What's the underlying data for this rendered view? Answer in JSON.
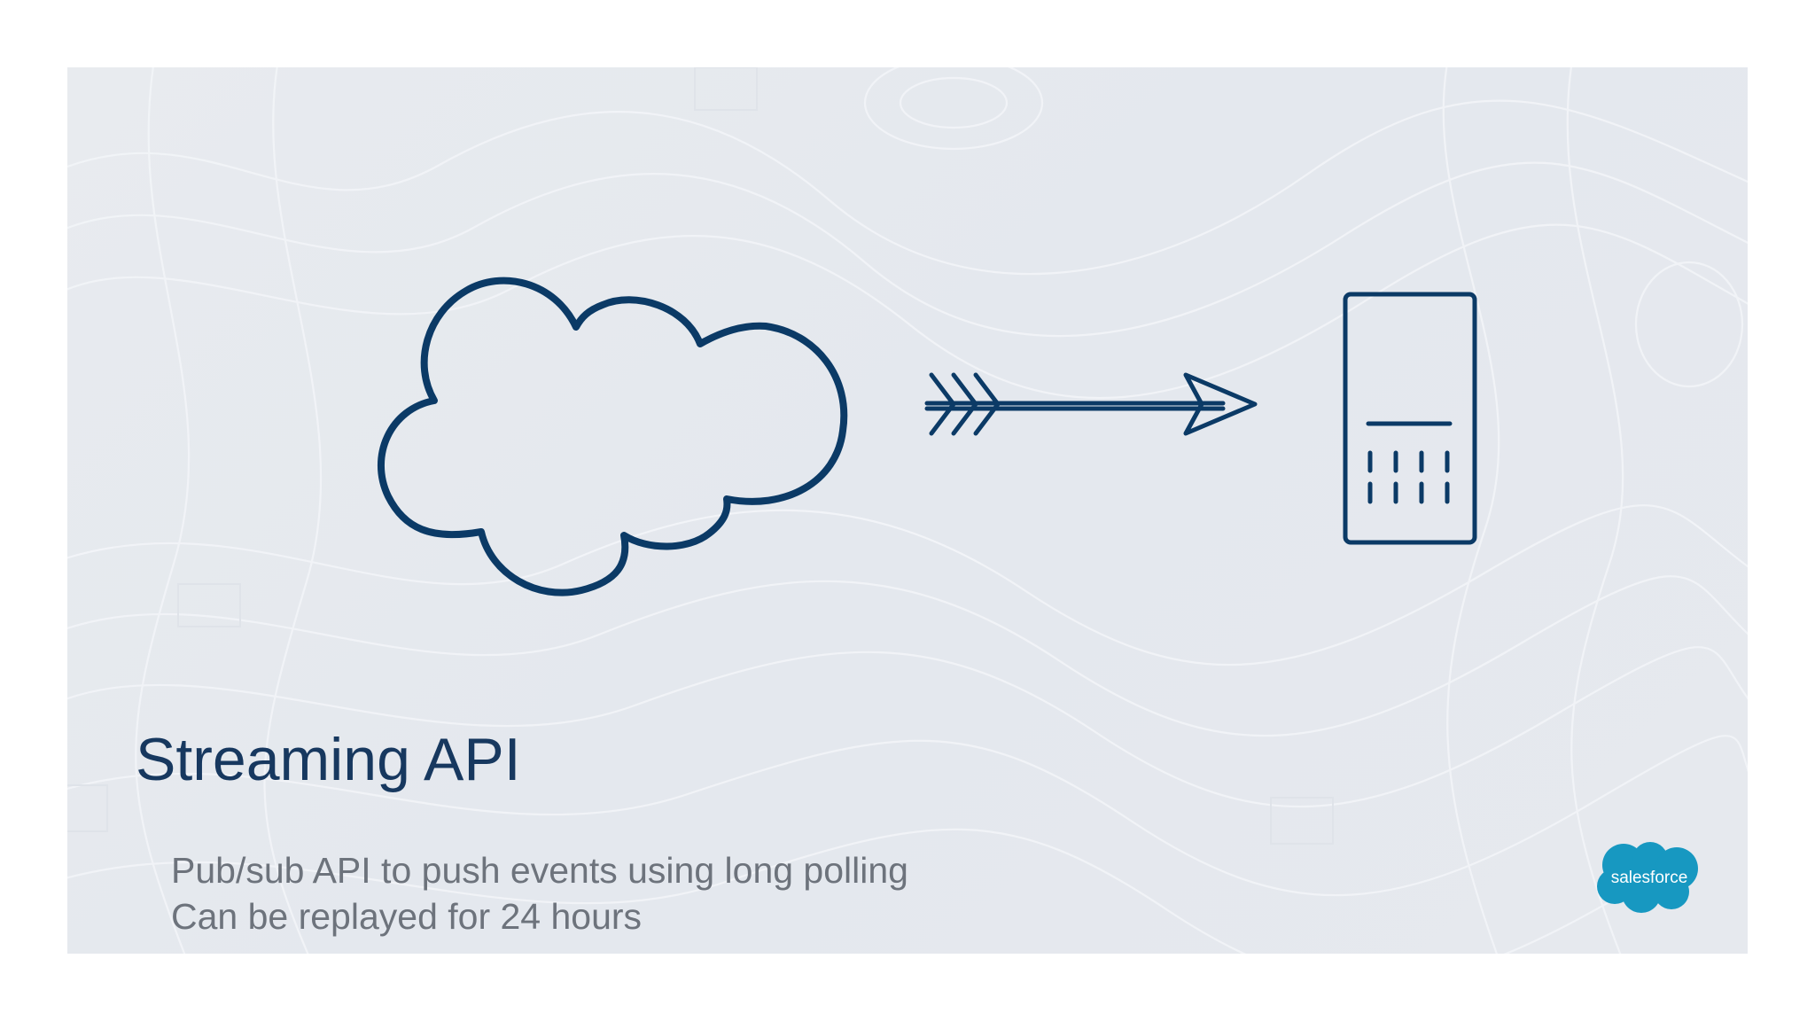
{
  "slide": {
    "title": "Streaming API",
    "bullets": [
      "Pub/sub API to push events using long polling",
      "Can be replayed for 24 hours"
    ]
  },
  "logo": {
    "text": "salesforce",
    "color": "#1798c1"
  },
  "diagram": {
    "icons": [
      "cloud-icon",
      "arrow-icon",
      "server-icon"
    ],
    "stroke_color": "#0b3a66"
  }
}
